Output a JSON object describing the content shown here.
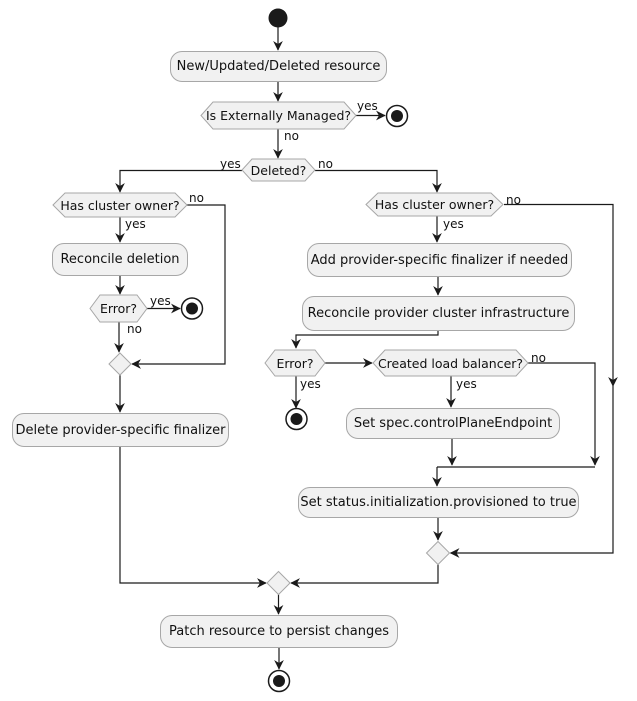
{
  "colors": {
    "background": "#ffffff",
    "node_fill": "#f1f1f1",
    "node_border": "#a7a7a7",
    "line": "#1a1a1a",
    "text": "#111111"
  },
  "nodes": {
    "new_resource": {
      "label": "New/Updated/Deleted resource"
    },
    "is_externally_managed": {
      "label": "Is Externally Managed?"
    },
    "deleted": {
      "label": "Deleted?"
    },
    "has_cluster_owner_left": {
      "label": "Has cluster owner?"
    },
    "reconcile_deletion": {
      "label": "Reconcile deletion"
    },
    "error_left": {
      "label": "Error?"
    },
    "delete_finalizer": {
      "label": "Delete provider-specific finalizer"
    },
    "has_cluster_owner_right": {
      "label": "Has cluster owner?"
    },
    "add_finalizer": {
      "label": "Add provider-specific finalizer if needed"
    },
    "reconcile_infrastructure": {
      "label": "Reconcile provider cluster infrastructure"
    },
    "error_right": {
      "label": "Error?"
    },
    "created_load_balancer": {
      "label": "Created load balancer?"
    },
    "set_control_plane_endpoint": {
      "label": "Set spec.controlPlaneEndpoint"
    },
    "set_provisioned_true": {
      "label": "Set status.initialization.provisioned to true"
    },
    "patch_resource": {
      "label": "Patch resource to persist changes"
    }
  },
  "edge_labels": {
    "externally_managed_yes": "yes",
    "externally_managed_no": "no",
    "deleted_yes": "yes",
    "deleted_no": "no",
    "owner_left_no": "no",
    "owner_left_yes": "yes",
    "error_left_yes": "yes",
    "error_left_no": "no",
    "owner_right_no": "no",
    "owner_right_yes": "yes",
    "error_right_yes": "yes",
    "created_lb_no": "no",
    "created_lb_yes": "yes"
  }
}
